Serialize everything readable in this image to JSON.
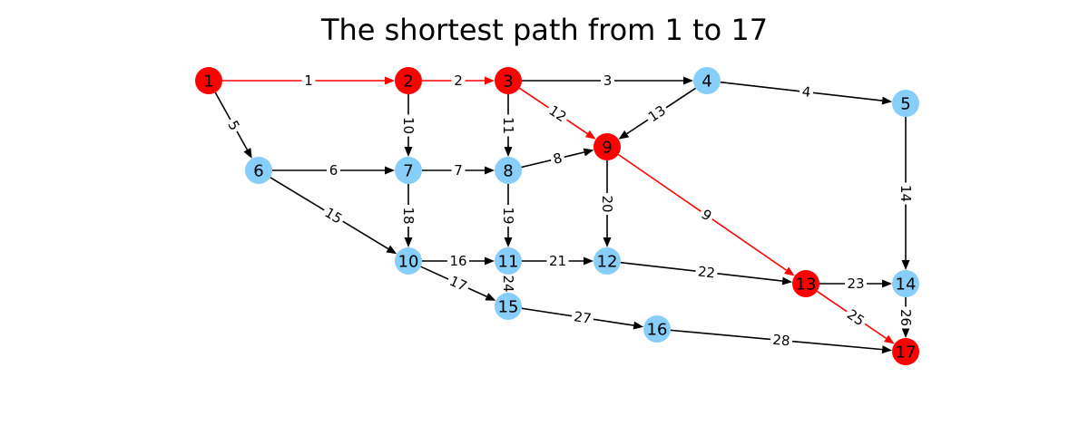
{
  "title": "The shortest path from 1 to 17",
  "colors": {
    "path_node": "#ff0000",
    "other_node": "#87cefa",
    "path_edge": "#ff0000",
    "other_edge": "#000000",
    "label_text": "#000000"
  },
  "nodes": [
    {
      "id": "1",
      "label": "1",
      "on_path": true
    },
    {
      "id": "2",
      "label": "2",
      "on_path": true
    },
    {
      "id": "3",
      "label": "3",
      "on_path": true
    },
    {
      "id": "4",
      "label": "4",
      "on_path": false
    },
    {
      "id": "5",
      "label": "5",
      "on_path": false
    },
    {
      "id": "6",
      "label": "6",
      "on_path": false
    },
    {
      "id": "7",
      "label": "7",
      "on_path": false
    },
    {
      "id": "8",
      "label": "8",
      "on_path": false
    },
    {
      "id": "9",
      "label": "9",
      "on_path": true
    },
    {
      "id": "10",
      "label": "10",
      "on_path": false
    },
    {
      "id": "11",
      "label": "11",
      "on_path": false
    },
    {
      "id": "12",
      "label": "12",
      "on_path": false
    },
    {
      "id": "13",
      "label": "13",
      "on_path": true
    },
    {
      "id": "14",
      "label": "14",
      "on_path": false
    },
    {
      "id": "15",
      "label": "15",
      "on_path": false
    },
    {
      "id": "16",
      "label": "16",
      "on_path": false
    },
    {
      "id": "17",
      "label": "17",
      "on_path": true
    }
  ],
  "edges": [
    {
      "from": "1",
      "to": "2",
      "label": "1",
      "on_path": true
    },
    {
      "from": "2",
      "to": "3",
      "label": "2",
      "on_path": true
    },
    {
      "from": "3",
      "to": "4",
      "label": "3",
      "on_path": false
    },
    {
      "from": "4",
      "to": "5",
      "label": "4",
      "on_path": false
    },
    {
      "from": "1",
      "to": "6",
      "label": "5",
      "on_path": false
    },
    {
      "from": "6",
      "to": "7",
      "label": "6",
      "on_path": false
    },
    {
      "from": "7",
      "to": "8",
      "label": "7",
      "on_path": false
    },
    {
      "from": "8",
      "to": "9",
      "label": "8",
      "on_path": false
    },
    {
      "from": "9",
      "to": "13",
      "label": "9",
      "on_path": true
    },
    {
      "from": "2",
      "to": "7",
      "label": "10",
      "on_path": false
    },
    {
      "from": "3",
      "to": "8",
      "label": "11",
      "on_path": false
    },
    {
      "from": "3",
      "to": "9",
      "label": "12",
      "on_path": true
    },
    {
      "from": "4",
      "to": "9",
      "label": "13",
      "on_path": false
    },
    {
      "from": "5",
      "to": "14",
      "label": "14",
      "on_path": false
    },
    {
      "from": "6",
      "to": "10",
      "label": "15",
      "on_path": false
    },
    {
      "from": "10",
      "to": "11",
      "label": "16",
      "on_path": false
    },
    {
      "from": "10",
      "to": "15",
      "label": "17",
      "on_path": false
    },
    {
      "from": "7",
      "to": "10",
      "label": "18",
      "on_path": false
    },
    {
      "from": "8",
      "to": "11",
      "label": "19",
      "on_path": false
    },
    {
      "from": "9",
      "to": "12",
      "label": "20",
      "on_path": false
    },
    {
      "from": "11",
      "to": "12",
      "label": "21",
      "on_path": false
    },
    {
      "from": "12",
      "to": "13",
      "label": "22",
      "on_path": false
    },
    {
      "from": "13",
      "to": "14",
      "label": "23",
      "on_path": false
    },
    {
      "from": "11",
      "to": "15",
      "label": "24",
      "on_path": false
    },
    {
      "from": "13",
      "to": "17",
      "label": "25",
      "on_path": true
    },
    {
      "from": "14",
      "to": "17",
      "label": "26",
      "on_path": false
    },
    {
      "from": "15",
      "to": "16",
      "label": "27",
      "on_path": false
    },
    {
      "from": "16",
      "to": "17",
      "label": "28",
      "on_path": false
    }
  ]
}
